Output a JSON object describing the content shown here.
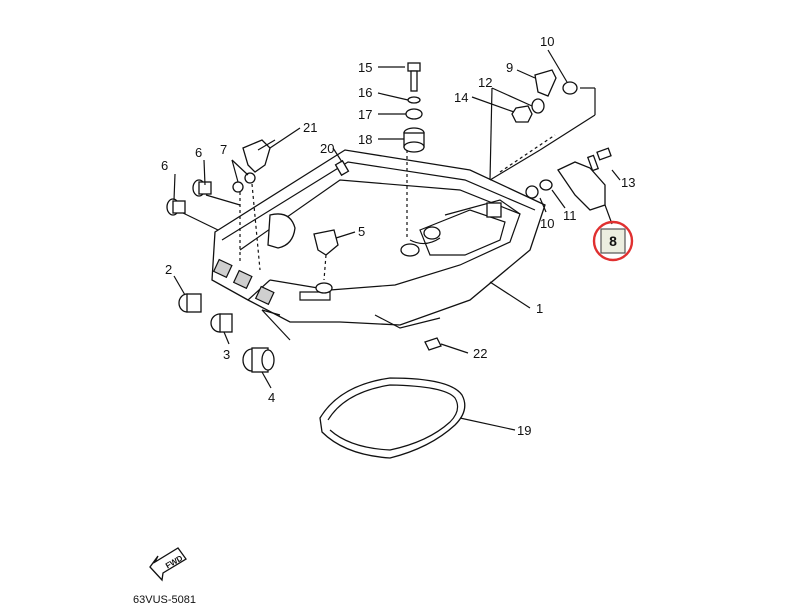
{
  "callouts": {
    "p1": "1",
    "p2": "2",
    "p3": "3",
    "p4": "4",
    "p5": "5",
    "p6a": "6",
    "p6b": "6",
    "p7": "7",
    "p9": "9",
    "p10a": "10",
    "p10b": "10",
    "p11": "11",
    "p12": "12",
    "p13": "13",
    "p14": "14",
    "p15": "15",
    "p16": "16",
    "p17": "17",
    "p18": "18",
    "p19": "19",
    "p20": "20",
    "p21": "21",
    "p22": "22"
  },
  "highlight": {
    "label": "8",
    "ring_color": "#e03030"
  },
  "fwd_label": "FWD",
  "catalog_code": "63VUS-5081"
}
